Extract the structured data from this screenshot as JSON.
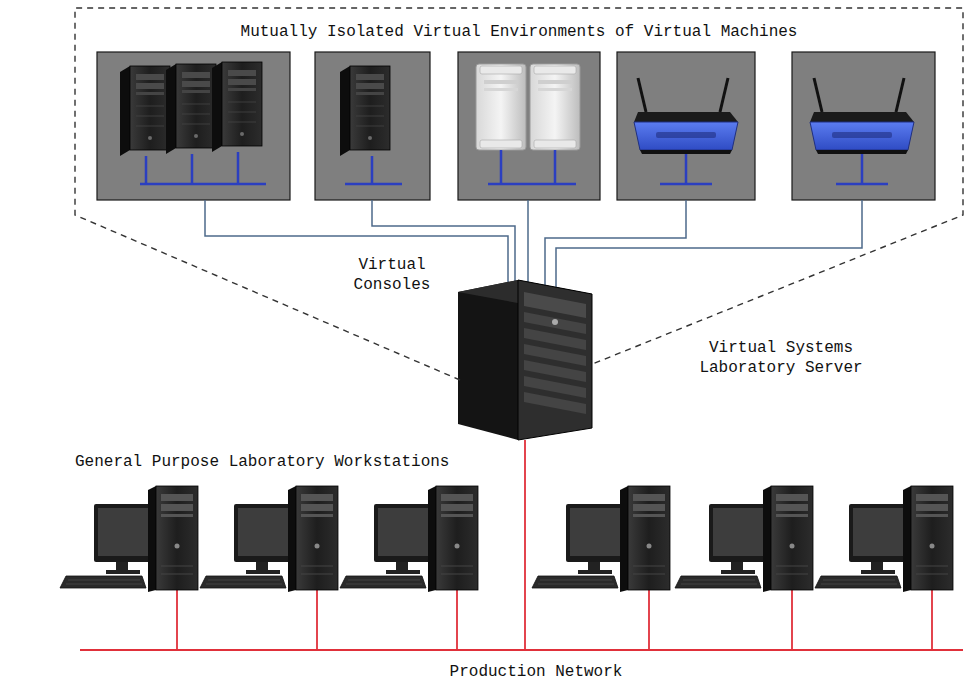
{
  "diagram": {
    "nodes": [
      {
        "text": [
          "Mutually Isolated Virtual Environments of Virtual Machines"
        ]
      }
    ],
    "labels": [
      "Virtual Consoles",
      "Virtual Systems Laboratory Server",
      "General Purpose Laboratory Workstations",
      "Production Network"
    ]
  }
}
